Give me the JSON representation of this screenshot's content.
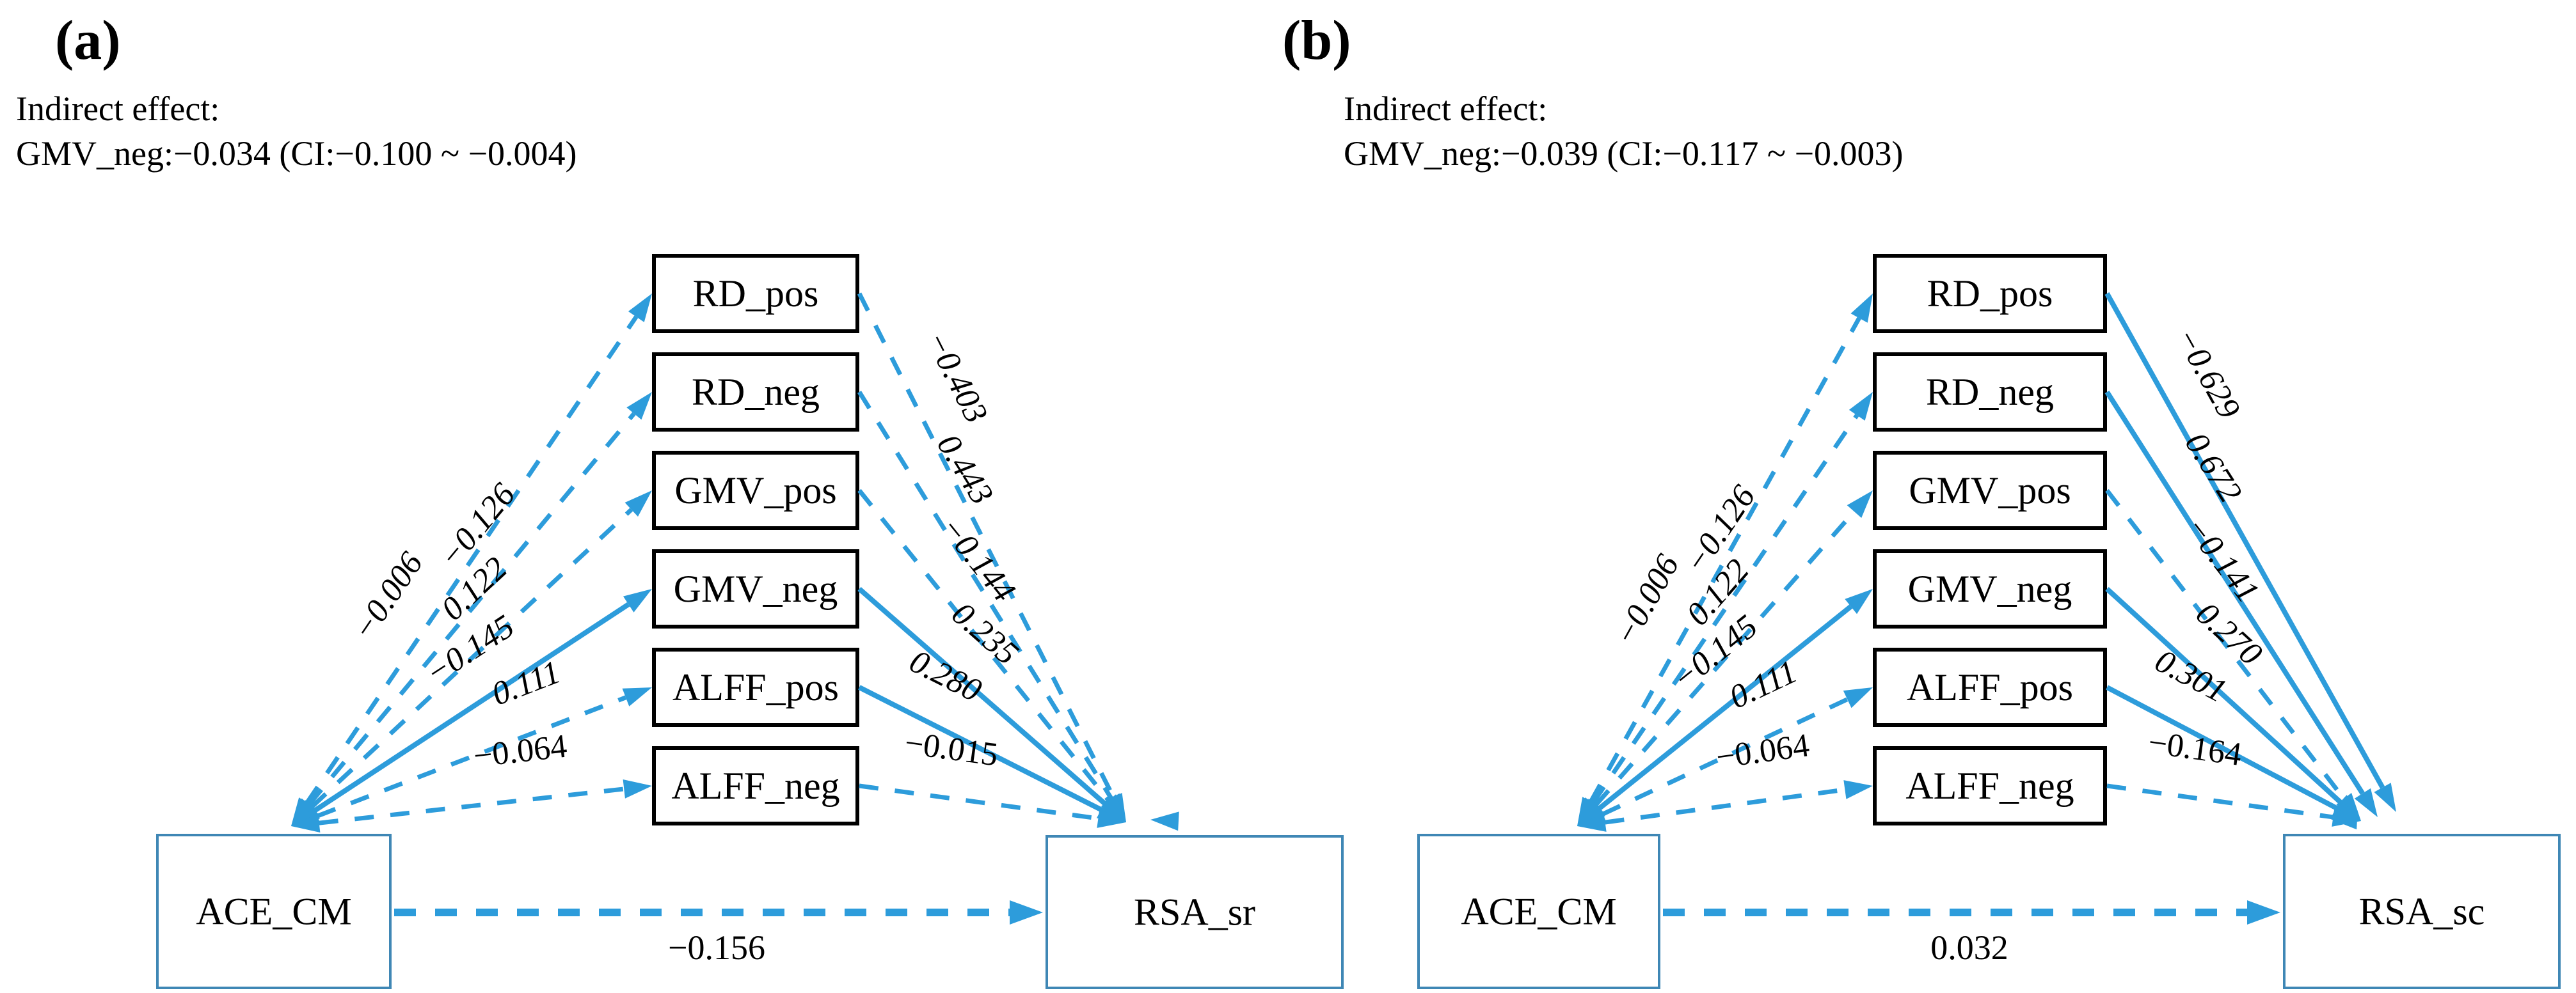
{
  "figure": {
    "colors": {
      "arrow_blue": "#2D9CDB",
      "node_border_blue": "#3F87B5",
      "mediator_border": "#000000",
      "text": "#000000",
      "background": "#FFFFFF"
    },
    "panels": [
      {
        "id": "a",
        "panel_label": "(a)",
        "indirect_effect": {
          "line1": "Indirect effect:",
          "line2": "GMV_neg:−0.034 (CI:−0.100 ~ −0.004)"
        },
        "predictor": {
          "label": "ACE_CM"
        },
        "outcome": {
          "label": "RSA_sr"
        },
        "direct_path": {
          "value": "−0.156",
          "style": "dashed"
        },
        "mediators": [
          {
            "label": "RD_pos",
            "a_path": {
              "value": "−0.006",
              "style": "dashed"
            },
            "b_path": {
              "value": "−0.403",
              "style": "dashed"
            }
          },
          {
            "label": "RD_neg",
            "a_path": {
              "value": "−0.126",
              "style": "dashed"
            },
            "b_path": {
              "value": "0.443",
              "style": "dashed"
            }
          },
          {
            "label": "GMV_pos",
            "a_path": {
              "value": "0.122",
              "style": "dashed"
            },
            "b_path": {
              "value": "−0.144",
              "style": "dashed"
            }
          },
          {
            "label": "GMV_neg",
            "a_path": {
              "value": "−0.145",
              "style": "solid"
            },
            "b_path": {
              "value": "0.235",
              "style": "solid"
            }
          },
          {
            "label": "ALFF_pos",
            "a_path": {
              "value": "0.111",
              "style": "dashed"
            },
            "b_path": {
              "value": "0.280",
              "style": "solid"
            }
          },
          {
            "label": "ALFF_neg",
            "a_path": {
              "value": "−0.064",
              "style": "dashed"
            },
            "b_path": {
              "value": "−0.015",
              "style": "dashed"
            }
          }
        ]
      },
      {
        "id": "b",
        "panel_label": "(b)",
        "indirect_effect": {
          "line1": "Indirect effect:",
          "line2": "GMV_neg:−0.039 (CI:−0.117 ~ −0.003)"
        },
        "predictor": {
          "label": "ACE_CM"
        },
        "outcome": {
          "label": "RSA_sc"
        },
        "direct_path": {
          "value": "0.032",
          "style": "dashed"
        },
        "mediators": [
          {
            "label": "RD_pos",
            "a_path": {
              "value": "−0.006",
              "style": "dashed"
            },
            "b_path": {
              "value": "−0.629",
              "style": "solid"
            }
          },
          {
            "label": "RD_neg",
            "a_path": {
              "value": "−0.126",
              "style": "dashed"
            },
            "b_path": {
              "value": "0.672",
              "style": "solid"
            }
          },
          {
            "label": "GMV_pos",
            "a_path": {
              "value": "0.122",
              "style": "dashed"
            },
            "b_path": {
              "value": "−0.141",
              "style": "dashed"
            }
          },
          {
            "label": "GMV_neg",
            "a_path": {
              "value": "−0.145",
              "style": "solid"
            },
            "b_path": {
              "value": "0.270",
              "style": "solid"
            }
          },
          {
            "label": "ALFF_pos",
            "a_path": {
              "value": "0.111",
              "style": "dashed"
            },
            "b_path": {
              "value": "0.301",
              "style": "solid"
            }
          },
          {
            "label": "ALFF_neg",
            "a_path": {
              "value": "−0.064",
              "style": "dashed"
            },
            "b_path": {
              "value": "−0.164",
              "style": "dashed"
            }
          }
        ]
      }
    ]
  }
}
